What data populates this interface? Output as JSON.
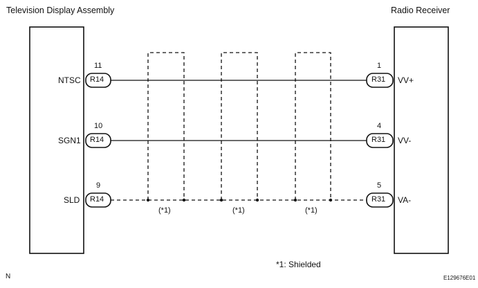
{
  "components": {
    "left_title": "Television Display Assembly",
    "right_title": "Radio Receiver"
  },
  "left_connector": "R14",
  "right_connector": "R31",
  "wires": [
    {
      "left_label": "NTSC",
      "left_pin": "11",
      "right_pin": "1",
      "right_label": "VV+",
      "style": "solid"
    },
    {
      "left_label": "SGN1",
      "left_pin": "10",
      "right_pin": "4",
      "right_label": "VV-",
      "style": "solid"
    },
    {
      "left_label": "SLD",
      "left_pin": "9",
      "right_pin": "5",
      "right_label": "VA-",
      "style": "dashed"
    }
  ],
  "shield_marks": [
    "(*1)",
    "(*1)",
    "(*1)"
  ],
  "note": "*1: Shielded",
  "corner_left": "N",
  "corner_right": "E129676E01"
}
